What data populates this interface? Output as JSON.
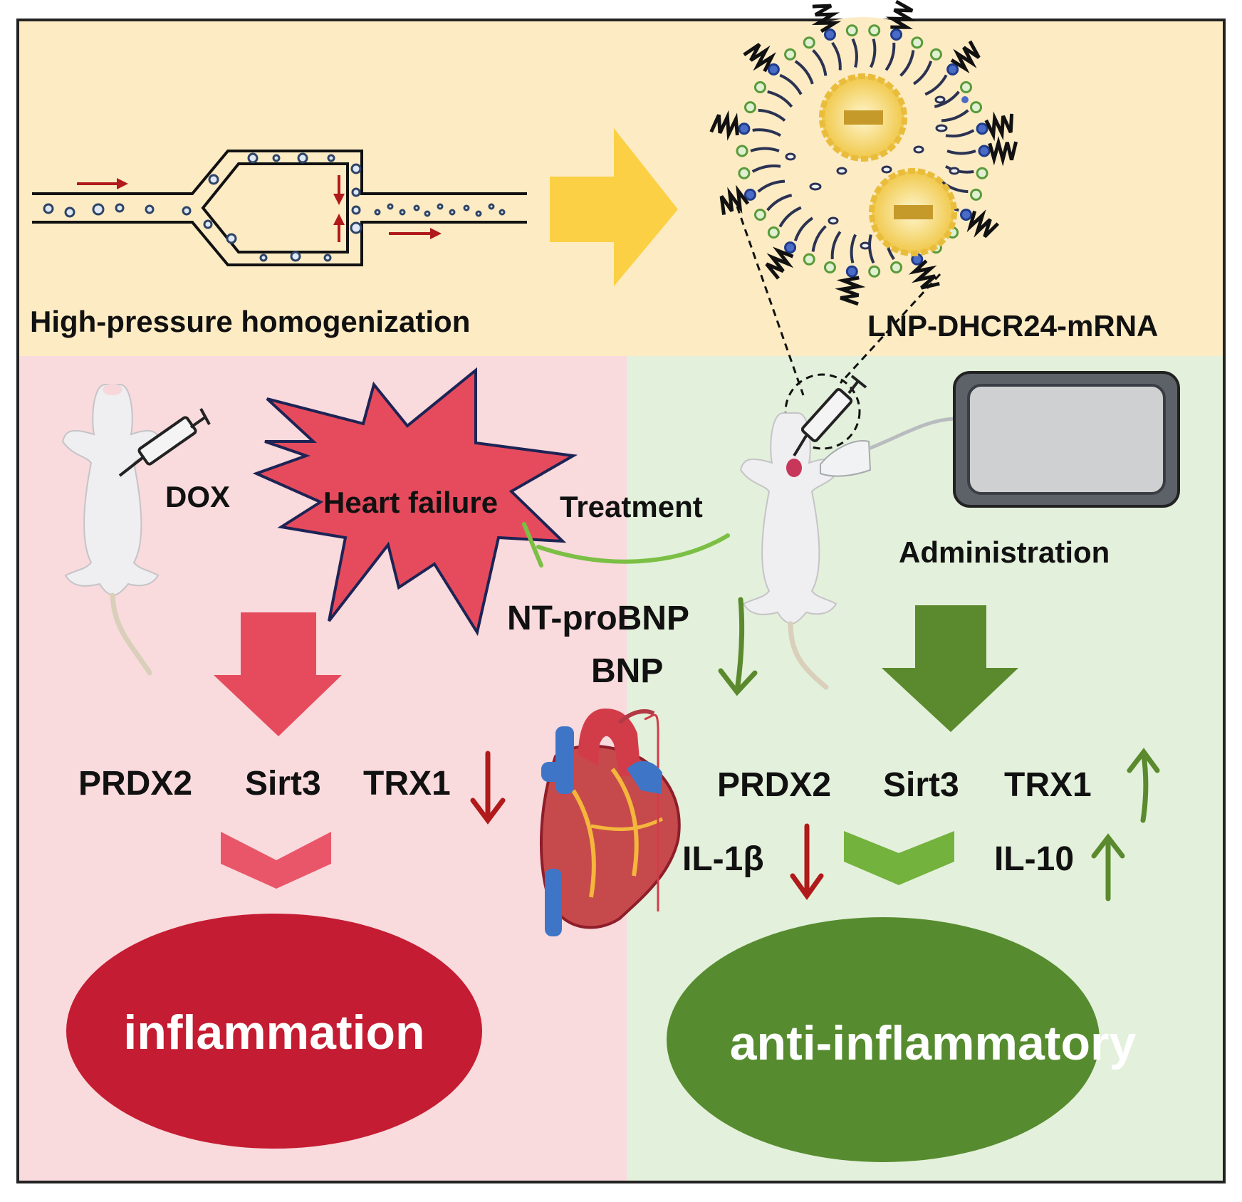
{
  "labels": {
    "homogenization": "High-pressure homogenization",
    "lnp": "LNP-DHCR24-mRNA",
    "dox": "DOX",
    "heart_failure": "Heart failure",
    "treatment": "Treatment",
    "administration": "Administration",
    "nt_probnp": "NT-proBNP",
    "bnp": "BNP",
    "left_markers": [
      "PRDX2",
      "Sirt3",
      "TRX1"
    ],
    "right_markers": [
      "PRDX2",
      "Sirt3",
      "TRX1"
    ],
    "il1b": "IL-1β",
    "il10": "IL-10",
    "inflammation": "inflammation",
    "anti_inflammatory": "anti-inflammatory"
  },
  "colors": {
    "top_panel": "#fdebc4",
    "left_panel": "#f9dadd",
    "right_panel": "#e3f0db",
    "burst": "#e64b5d",
    "left_arrow": "#e64b5d",
    "left_chevron": "#e9566a",
    "inflammation_ellipse": "#c41c32",
    "right_arrow": "#5a8a2d",
    "right_chevron": "#73b23d",
    "anti_ellipse": "#568c2f",
    "treatment_line": "#7bbf44",
    "down_red_arrow": "#b01a1a",
    "up_green_arrow": "#5a8a2d",
    "big_yellow_arrow": "#fcd045"
  }
}
